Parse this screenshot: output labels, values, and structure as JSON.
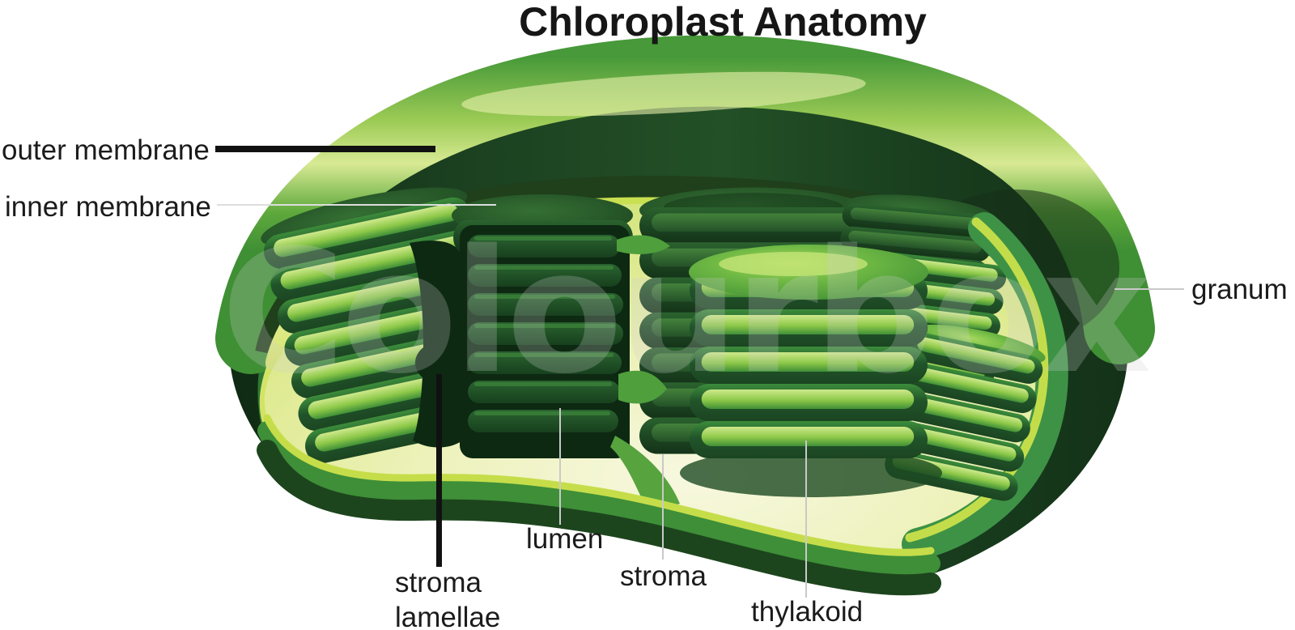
{
  "title": "Chloroplast Anatomy",
  "watermark": "Colourbox",
  "labels": {
    "outer_membrane": "outer membrane",
    "inner_membrane": "inner membrane",
    "granum": "granum",
    "stroma_lamellae_1": "stroma",
    "stroma_lamellae_2": "lamellae",
    "lumen": "lumen",
    "stroma": "stroma",
    "thylakoid": "thylakoid"
  },
  "diagram": {
    "type": "labeled-illustration",
    "subject": "Cut-away 3D illustration of a chloroplast showing membranes, stroma and stacked thylakoid grana",
    "parts": [
      {
        "label": "outer membrane",
        "pointer": "thick black horizontal line into the green outer shell"
      },
      {
        "label": "inner membrane",
        "pointer": "thin light horizontal line toward the yellow-green inner layer"
      },
      {
        "label": "granum",
        "pointer": "thin light horizontal line from the right label to a thylakoid stack region"
      },
      {
        "label": "stroma lamellae",
        "pointer": "thick black vertical line to the membrane bridge between grana"
      },
      {
        "label": "lumen",
        "pointer": "thin light vertical line to the interior of a cut thylakoid disc"
      },
      {
        "label": "stroma",
        "pointer": "thin light vertical line to the pale fluid-filled interior"
      },
      {
        "label": "thylakoid",
        "pointer": "thin light vertical line to one disc of a granum stack"
      }
    ]
  },
  "colors": {
    "background": "#ffffff",
    "label_text": "#1b1b1b",
    "pointer_black": "#111111",
    "pointer_gray": "#c9c9c9",
    "shell_dark": "#16361b",
    "shell_mid": "#2e7a33",
    "outer_rim_highlight": "#d7ea92",
    "outer_rim_green": "#479939",
    "dark_band": "#203f1b",
    "inner_membrane": "#e2ec8a",
    "membrane_edge": "#bcd844",
    "stroma_pale": "#f2f4d4",
    "stroma_yellow": "#dce879",
    "granum_dark": "#1d4723",
    "granum_green": "#2e7233",
    "granum_highlight": "#9ed04e",
    "cavity": "#0d2912",
    "watermark_gray": "#ececec"
  }
}
